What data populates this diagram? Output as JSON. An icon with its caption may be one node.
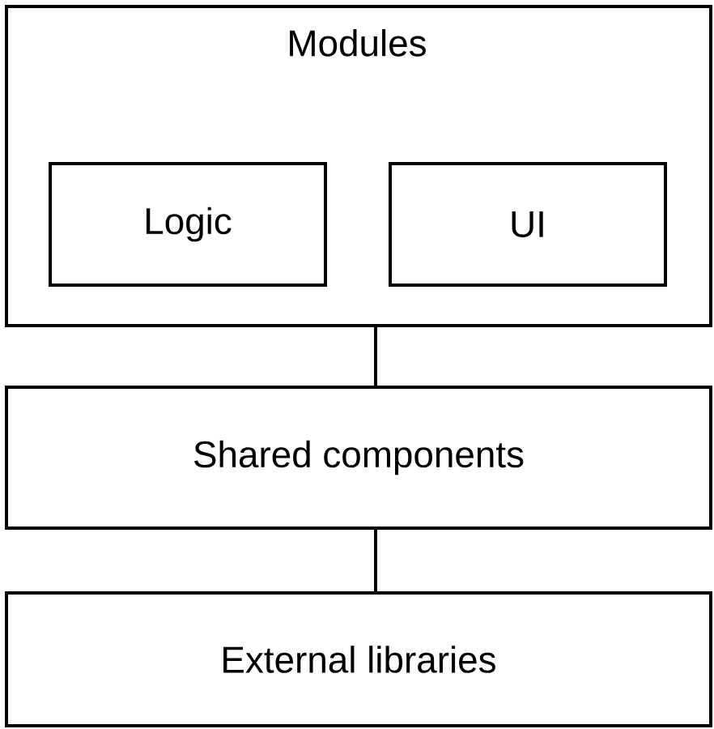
{
  "diagram": {
    "nodes": [
      {
        "text": [
          "Modules"
        ]
      },
      {
        "text": [
          "Logic"
        ],
        "in": 0
      },
      {
        "text": [
          "UI"
        ],
        "in": 0
      },
      {
        "text": [
          "Shared components"
        ]
      },
      {
        "text": [
          "External libraries"
        ]
      }
    ],
    "edges": [
      {
        "from": 0,
        "to": 3,
        "arrow": "none"
      },
      {
        "from": 3,
        "to": 4,
        "arrow": "none"
      }
    ]
  }
}
